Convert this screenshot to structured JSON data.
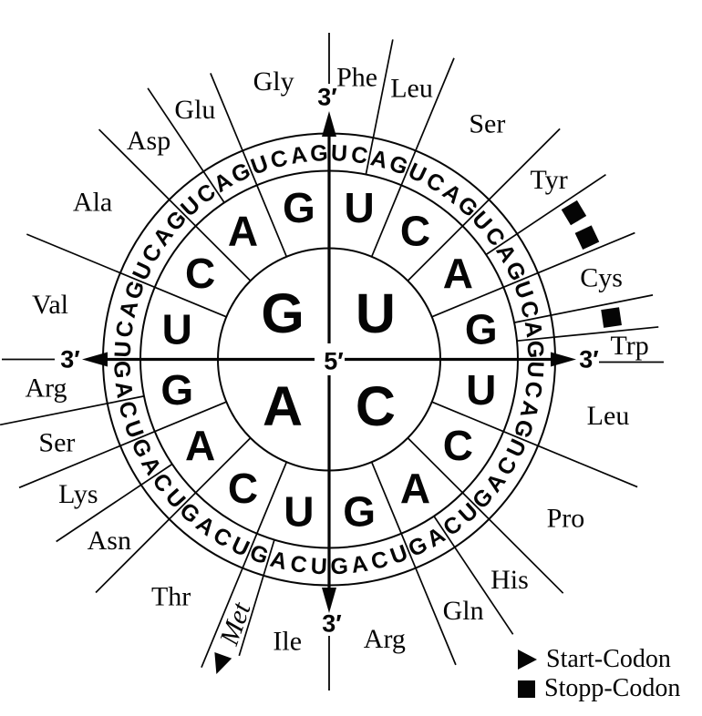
{
  "wheel": {
    "center_label": "5′",
    "axis_end_label": "3′",
    "base_order": [
      "U",
      "C",
      "A",
      "G"
    ],
    "first_ring": [
      {
        "base": "U",
        "position": "top-right"
      },
      {
        "base": "C",
        "position": "bottom-right"
      },
      {
        "base": "A",
        "position": "bottom-left"
      },
      {
        "base": "G",
        "position": "top-left"
      }
    ],
    "second_ring": [
      "U",
      "C",
      "A",
      "G",
      "U",
      "C",
      "A",
      "G",
      "U",
      "C",
      "A",
      "G",
      "U",
      "C",
      "A",
      "G"
    ],
    "third_ring_repeat": [
      "U",
      "C",
      "A",
      "G"
    ],
    "third_ring_repeats": 16,
    "amino_acids": [
      {
        "name": "Phe",
        "from_deg": 0,
        "to_deg": 11.25
      },
      {
        "name": "Leu",
        "from_deg": 11.25,
        "to_deg": 22.5
      },
      {
        "name": "Ser",
        "from_deg": 22.5,
        "to_deg": 45
      },
      {
        "name": "Tyr",
        "from_deg": 45,
        "to_deg": 56.25
      },
      {
        "name": "Cys",
        "from_deg": 67.5,
        "to_deg": 78.75
      },
      {
        "name": "Trp",
        "from_deg": 84.375,
        "to_deg": 90,
        "label_r": 330
      },
      {
        "name": "Leu",
        "from_deg": 90,
        "to_deg": 112.5
      },
      {
        "name": "Pro",
        "from_deg": 112.5,
        "to_deg": 135
      },
      {
        "name": "His",
        "from_deg": 135,
        "to_deg": 146.25
      },
      {
        "name": "Gln",
        "from_deg": 146.25,
        "to_deg": 157.5
      },
      {
        "name": "Arg",
        "from_deg": 157.5,
        "to_deg": 180
      },
      {
        "name": "Ile",
        "from_deg": 180,
        "to_deg": 196.875
      },
      {
        "name": "Met",
        "from_deg": 196.875,
        "to_deg": 202.5,
        "label_r": 308,
        "rotated": true,
        "start": true
      },
      {
        "name": "Thr",
        "from_deg": 202.5,
        "to_deg": 225
      },
      {
        "name": "Asn",
        "from_deg": 225,
        "to_deg": 236.25
      },
      {
        "name": "Lys",
        "from_deg": 236.25,
        "to_deg": 247.5
      },
      {
        "name": "Ser",
        "from_deg": 247.5,
        "to_deg": 258.75
      },
      {
        "name": "Arg",
        "from_deg": 258.75,
        "to_deg": 270
      },
      {
        "name": "Val",
        "from_deg": 270,
        "to_deg": 292.5
      },
      {
        "name": "Ala",
        "from_deg": 292.5,
        "to_deg": 315
      },
      {
        "name": "Asp",
        "from_deg": 315,
        "to_deg": 326.25
      },
      {
        "name": "Glu",
        "from_deg": 326.25,
        "to_deg": 337.5
      },
      {
        "name": "Gly",
        "from_deg": 337.5,
        "to_deg": 360
      }
    ],
    "stop_marker_degs": [
      59.0625,
      64.6875,
      81.5625
    ],
    "start_marker": {
      "amino": "Met",
      "deg": 199.6875
    },
    "colors": {
      "ink": "#050505",
      "background": "#ffffff"
    }
  },
  "legend": {
    "start_label": "Start-Codon",
    "stop_label": "Stopp-Codon"
  }
}
